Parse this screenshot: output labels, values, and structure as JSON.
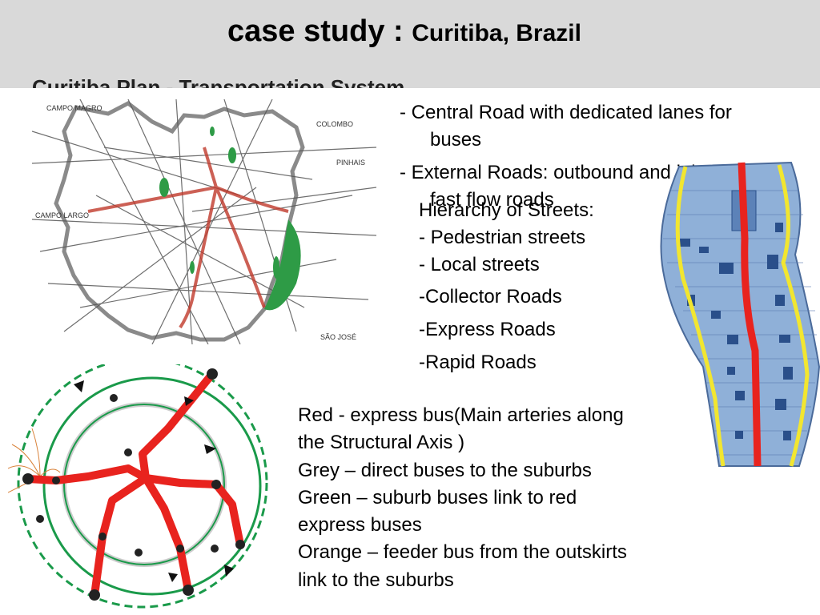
{
  "slide": {
    "title_main": "case study : ",
    "title_sub": "Curitiba, Brazil",
    "section_heading": "Curitiba Plan - Transportation System"
  },
  "bullets": {
    "central_road_line1": "- Central Road with dedicated lanes for",
    "central_road_line2": "buses",
    "external_road_line1": "- External Roads: outbound and inbound",
    "external_road_line2": "fast flow roads"
  },
  "hierarchy": {
    "heading": "Hierarchy of Streets:",
    "items": [
      "- Pedestrian streets",
      "- Local streets",
      "-Collector Roads",
      "-Express Roads",
      "-Rapid Roads"
    ]
  },
  "legend": {
    "lines": [
      "Red - express bus(Main arteries along",
      "the Structural Axis )",
      "Grey – direct buses to the suburbs",
      "Green – suburb buses link to red",
      "express buses",
      "Orange – feeder bus from the outskirts",
      "link to the suburbs"
    ]
  },
  "map": {
    "place_labels": [
      "CAMPO MAGRO",
      "COLOMBO",
      "PINHAIS",
      "CAMPO LARGO",
      "SÃO JOSÉ"
    ]
  },
  "colors": {
    "title_bar": "#d9d9d9",
    "express_red": "#e8231e",
    "ring_green": "#1a9a4a",
    "road_yellow": "#f2e630",
    "block_blue": "#7d9cc6"
  }
}
